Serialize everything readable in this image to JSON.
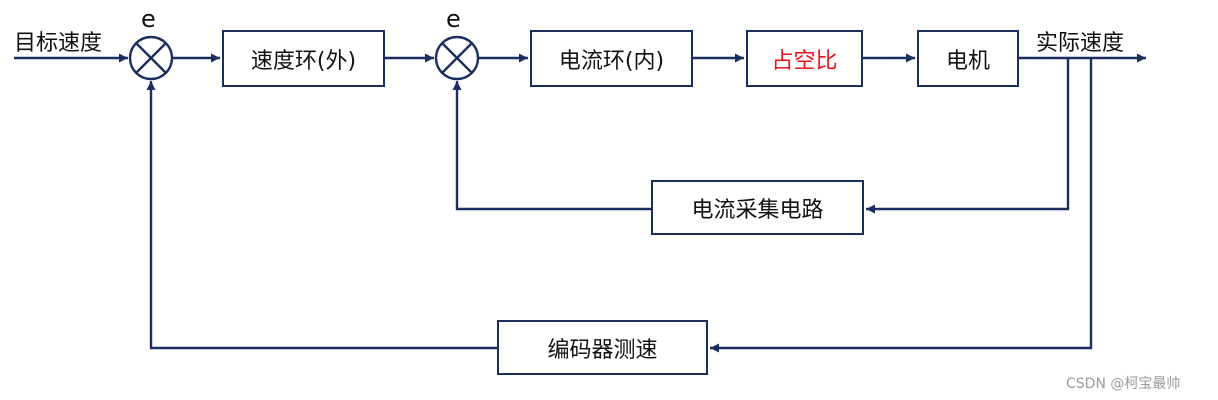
{
  "diagram": {
    "input_label": "目标速度",
    "output_label": "实际速度",
    "error_label_outer": "e",
    "error_label_inner": "e",
    "blocks": {
      "speed_loop": "速度环(外)",
      "current_loop": "电流环(内)",
      "duty_cycle": "占空比",
      "motor": "电机",
      "current_sampling": "电流采集电路",
      "encoder": "编码器测速"
    },
    "watermark": "CSDN @柯宝最帅"
  },
  "colors": {
    "line": "#1b2f5e",
    "duty_cycle_text": "#e8141b",
    "text": "#111111",
    "watermark": "#9a9a9a"
  }
}
